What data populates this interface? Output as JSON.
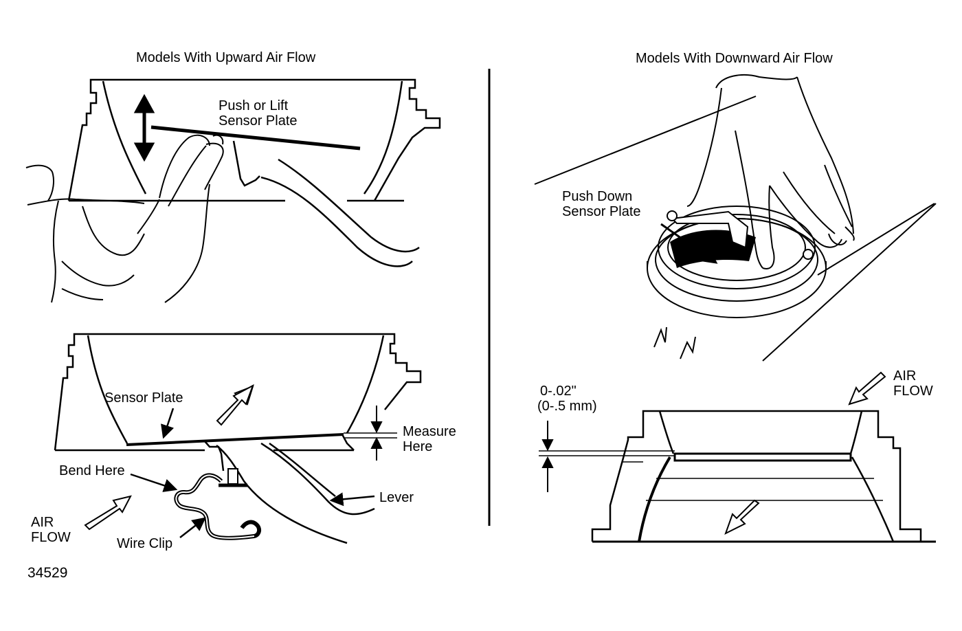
{
  "left_panel": {
    "heading": "Models With Upward Air Flow",
    "labels": {
      "push_or_lift_line1": "Push or Lift",
      "push_or_lift_line2": "Sensor Plate",
      "sensor_plate": "Sensor Plate",
      "measure_line1": "Measure",
      "measure_line2": "Here",
      "bend_here": "Bend Here",
      "lever": "Lever",
      "air_line1": "AIR",
      "air_line2": "FLOW",
      "wire_clip": "Wire Clip"
    }
  },
  "right_panel": {
    "heading": "Models With Downward Air Flow",
    "labels": {
      "push_down_line1": "Push Down",
      "push_down_line2": "Sensor Plate",
      "clearance_line1": "0-.02\"",
      "clearance_line2": "(0-.5 mm)",
      "air_line1": "AIR",
      "air_line2": "FLOW"
    }
  },
  "figure_number": "34529"
}
